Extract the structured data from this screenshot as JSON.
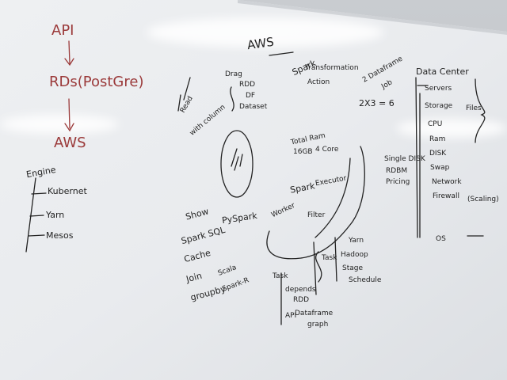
{
  "colors": {
    "board": "#f1f2f4",
    "ink": "#222222",
    "red_ink": "#9b3a3a",
    "tray": "#e2e2e2"
  },
  "flow": [
    "API",
    "RDs(PostGre)",
    "AWS"
  ],
  "aws_heading": "AWS",
  "engine": {
    "label": "Engine",
    "items": [
      "Kubernet",
      "Yarn",
      "Mesos"
    ]
  },
  "spark_mid": [
    "Show",
    "Spark SQL",
    "PySpark",
    "Cache",
    "Join",
    "groupby"
  ],
  "center_top": [
    "Read",
    "with column",
    "Drag",
    "RDD",
    "DF",
    "Dataset"
  ],
  "spark_top": [
    "Spark",
    "Transformation",
    "Action",
    "2 Dataframe",
    "Job"
  ],
  "math": "2X3 = 6",
  "total": [
    "Total Ram",
    "16GB",
    "4 Core"
  ],
  "data_center": {
    "title": "Data Center",
    "items": [
      "Servers",
      "Storage",
      "Files",
      "CPU",
      "Ram",
      "DISK",
      "Swap",
      "Network",
      "Firewall",
      "(Scaling)",
      "OS"
    ]
  },
  "spark_exec": [
    "Spark",
    "Executor",
    "Worker",
    "Filter",
    "Single DISK",
    "RDBM",
    "Pricing"
  ],
  "bottom": [
    "Task",
    "Scala",
    "Spark-R",
    "Task",
    "depends",
    "Yarn",
    "Hadoop",
    "Stage",
    "Schedule",
    "API",
    "RDD",
    "Dataframe",
    "graph"
  ]
}
